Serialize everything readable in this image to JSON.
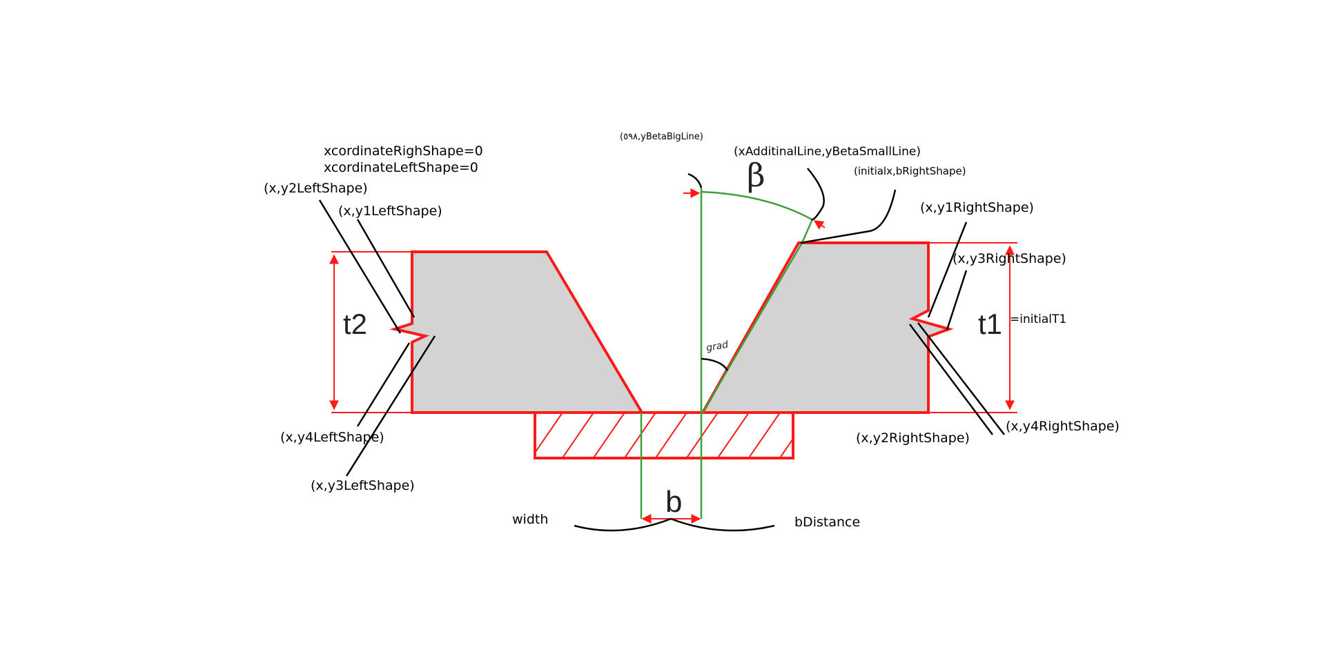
{
  "labels": {
    "xcoord_right": "xcordinateRighShape=0",
    "xcoord_left": "xcordinateLeftShape=0",
    "y2_left": "(x,y2LeftShape)",
    "y1_left": "(x,y1LeftShape)",
    "y4_left": "(x,y4LeftShape)",
    "y3_left": "(x,y3LeftShape)",
    "beta_big_line": "(٥٩٨,yBetaBigLine)",
    "beta_small_line": "(xAdditinalLine,yBetaSmallLine)",
    "initial_x": "(initialx,bRightShape)",
    "y1_right": "(x,y1RightShape)",
    "y3_right": "(x,y3RightShape)",
    "y2_right": "(x,y2RightShape)",
    "y4_right": "(x,y4RightShape)",
    "initial_t1": "=initialT1",
    "t1": "t1",
    "t2": "t2",
    "beta": "β",
    "grad": "grad",
    "b": "b",
    "width": "width",
    "b_distance": "bDistance"
  },
  "colors": {
    "shape_fill": "#d3d3d3",
    "outline": "#ff1a1a",
    "guide": "#3aa13a",
    "leader": "#000000"
  }
}
